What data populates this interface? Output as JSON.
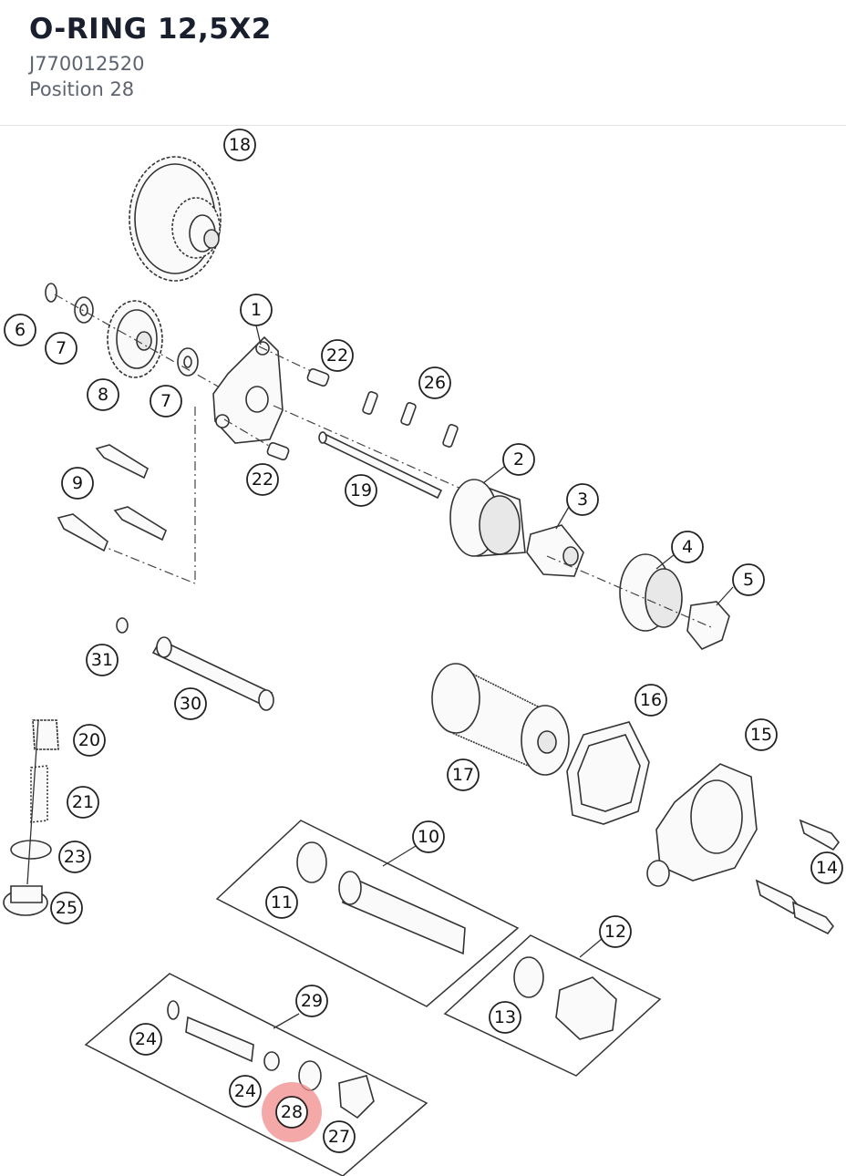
{
  "product": {
    "title": "O-RING 12,5X2",
    "sku": "J770012520",
    "position": "Position 28"
  },
  "diagram": {
    "highlight_callout": "28",
    "highlight_color": "#f28b8b",
    "callouts": [
      "1",
      "2",
      "3",
      "4",
      "5",
      "6",
      "7",
      "7",
      "8",
      "9",
      "10",
      "11",
      "12",
      "13",
      "14",
      "15",
      "16",
      "17",
      "18",
      "19",
      "20",
      "21",
      "22",
      "22",
      "23",
      "24",
      "24",
      "25",
      "26",
      "27",
      "28",
      "29",
      "30",
      "31"
    ]
  }
}
